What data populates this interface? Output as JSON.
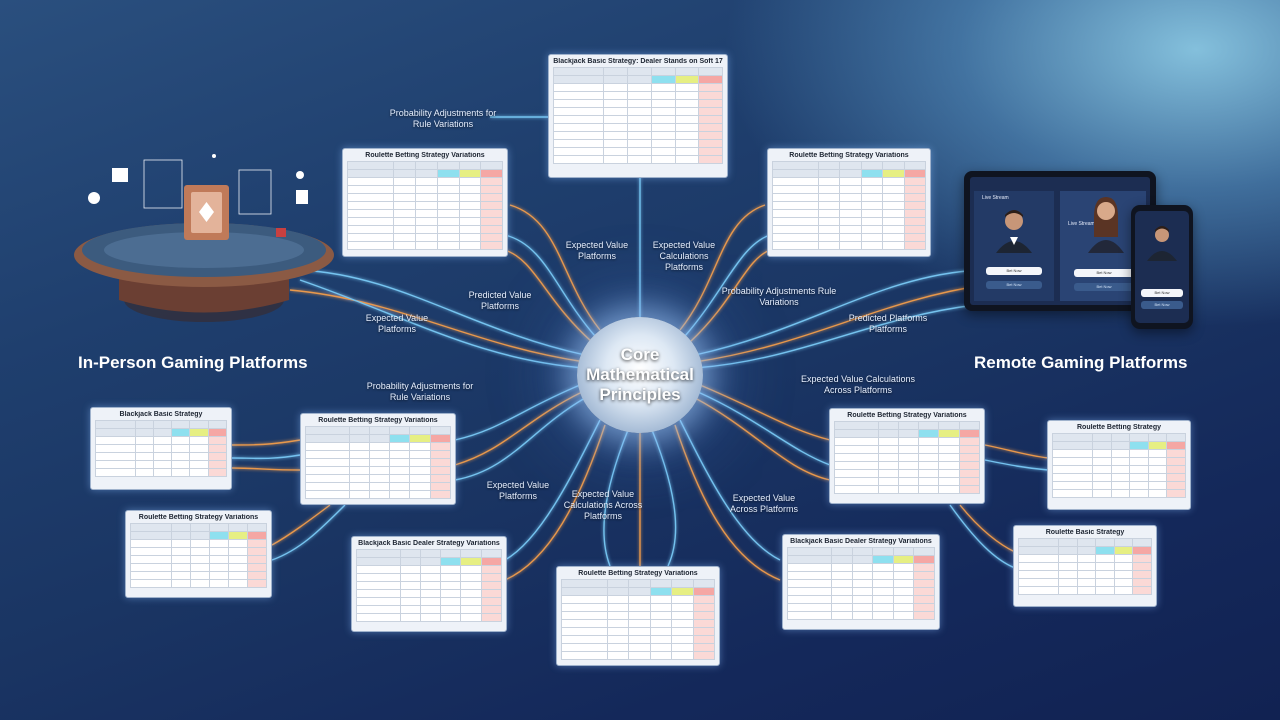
{
  "hub": {
    "label": "Core Mathematical Principles"
  },
  "sides": {
    "left_title": "In-Person Gaming Platforms",
    "right_title": "Remote Gaming Platforms"
  },
  "connector_labels": [
    "Probability Adjustments for Rule Variations",
    "Expected Value Platforms",
    "Expected Value Calculations Platforms",
    "Probability Adjustments Rule Variations",
    "Predicted Value Platforms",
    "Expected Value Platforms",
    "Predicted Platforms Platforms",
    "Probability Adjustments for Rule Variations",
    "Expected Value Calculations Across Platforms",
    "Expected Value Platforms",
    "Expected Value Calculations Across Platforms",
    "Expected Value Across Platforms"
  ],
  "cards": [
    {
      "title": "Blackjack Basic Strategy: Dealer Stands on Soft 17"
    },
    {
      "title": "Roulette Betting Strategy Variations"
    },
    {
      "title": "Roulette Betting Strategy Variations"
    },
    {
      "title": "Blackjack Basic Strategy"
    },
    {
      "title": "Roulette Betting Strategy Variations"
    },
    {
      "title": "Roulette Betting Strategy Variations"
    },
    {
      "title": "Roulette Betting Strategy"
    },
    {
      "title": "Roulette Betting Strategy Variations"
    },
    {
      "title": "Blackjack Basic Dealer Strategy Variations"
    },
    {
      "title": "Roulette Betting Strategy Variations"
    },
    {
      "title": "Blackjack Basic Dealer Strategy Variations"
    },
    {
      "title": "Roulette Basic Strategy"
    }
  ],
  "devices": {
    "tablet_left_label": "Live Stream",
    "tablet_right_label": "Live Stream",
    "tablet_btn1": "Bet Now",
    "tablet_btn2": "Bet Now",
    "tablet_btn3": "Bet Now",
    "tablet_btn4": "Bet Now",
    "phone_btn1": "Bet Now",
    "phone_btn2": "Bet Now"
  },
  "colors": {
    "accent_blue": "#7fd3ff",
    "accent_orange": "#ffa34a",
    "background": "#1a3563"
  }
}
